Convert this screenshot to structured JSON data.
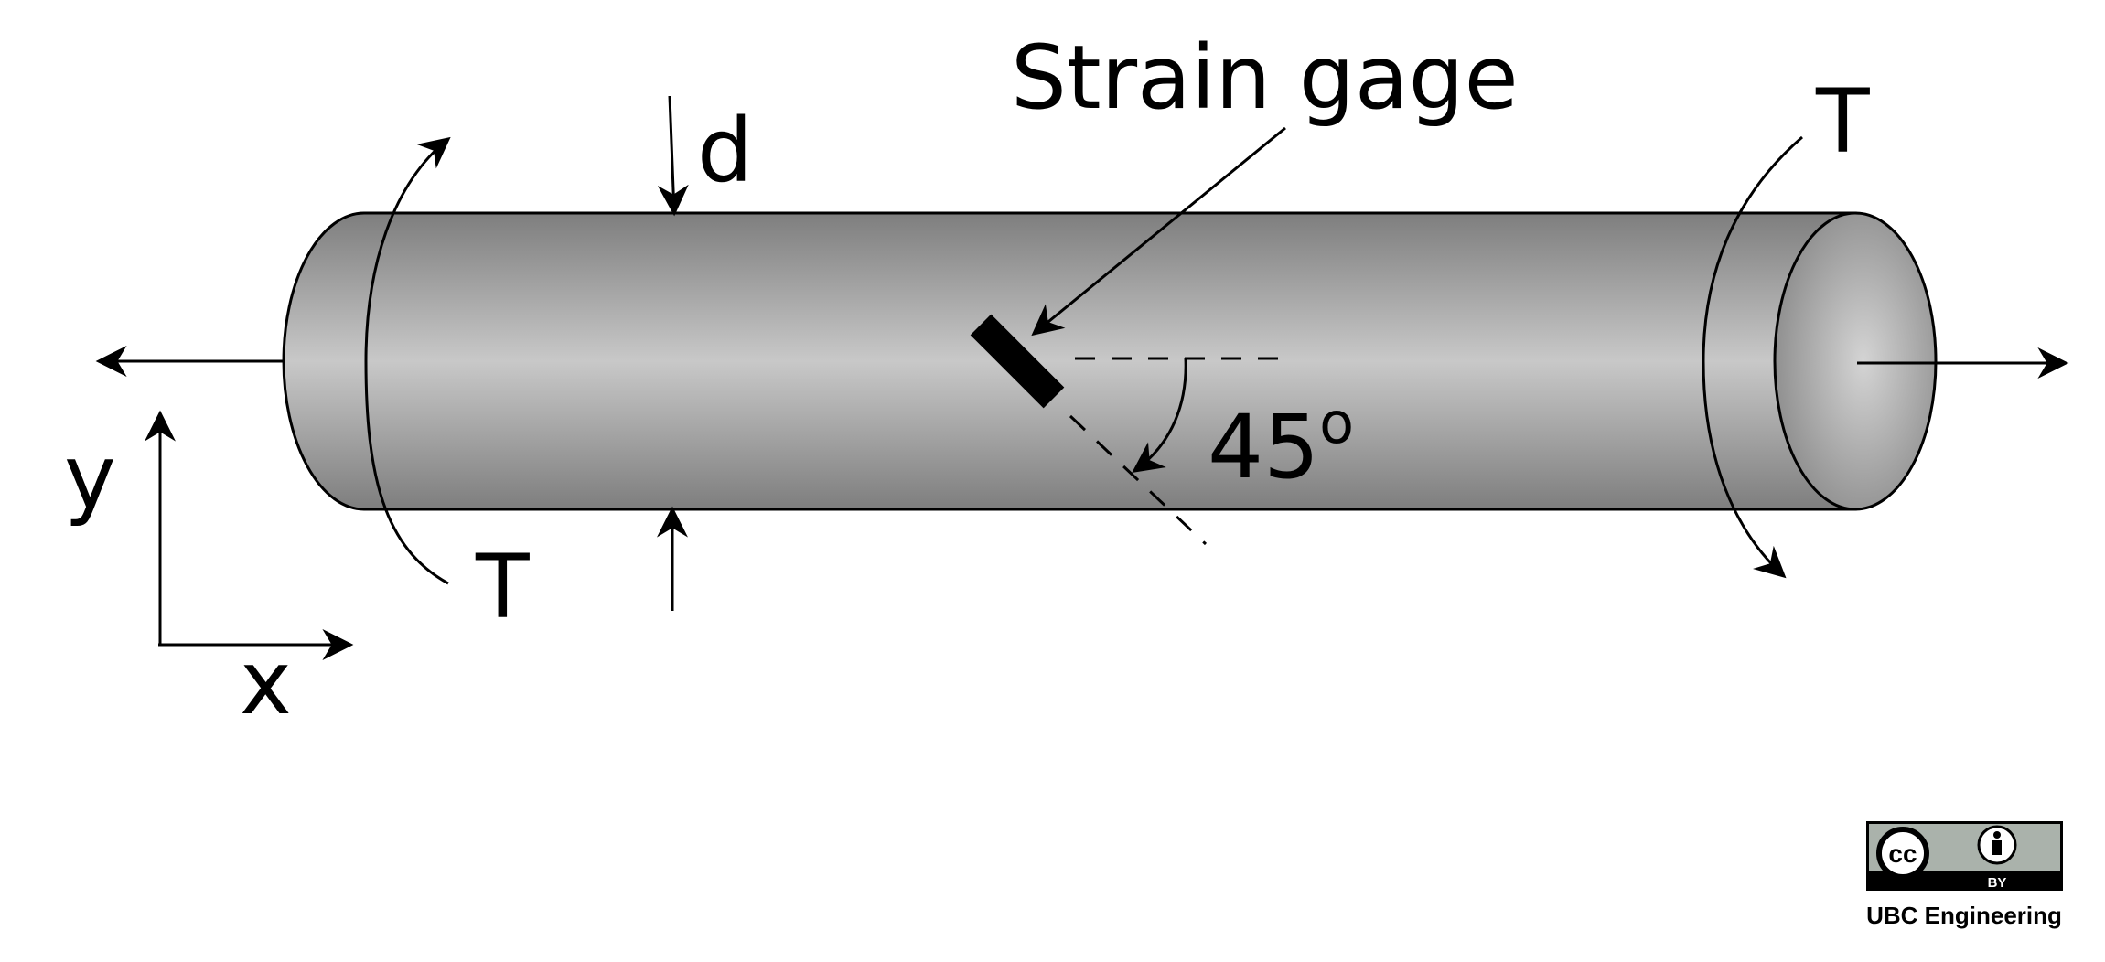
{
  "labels": {
    "strain_gage": "Strain gage",
    "diameter": "d",
    "torque_right": "T",
    "torque_left": "T",
    "angle": "45",
    "angle_unit": "o",
    "axis_y": "y",
    "axis_x": "x"
  },
  "license": {
    "cc_text": "cc",
    "by_text": "BY",
    "credit": "UBC Engineering"
  }
}
